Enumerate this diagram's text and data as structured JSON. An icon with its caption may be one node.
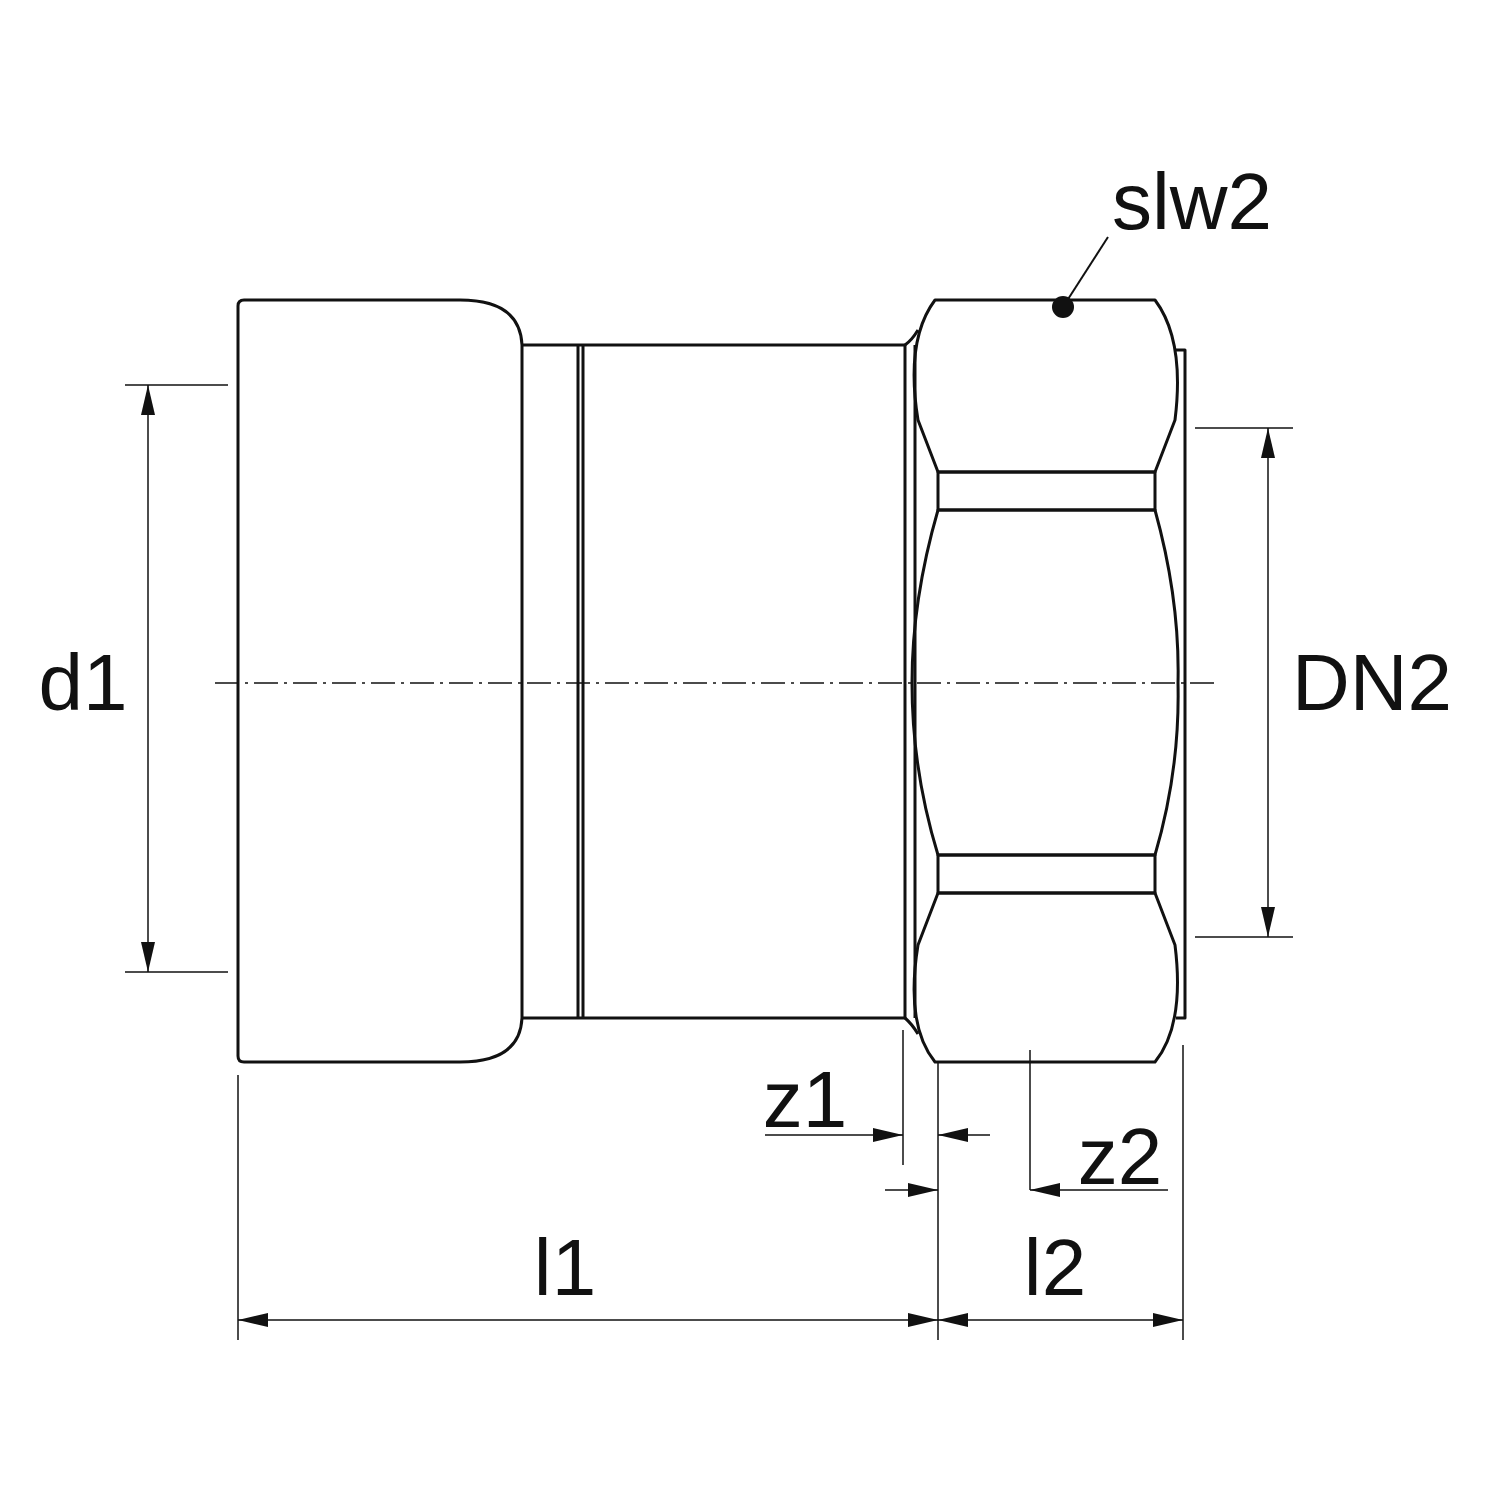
{
  "diagram": {
    "nodes": [
      {
        "text": [
          "slw2"
        ]
      },
      {
        "text": [],
        "shape": "picture"
      }
    ],
    "edges": [
      {
        "from": 0,
        "to": 1,
        "arrow": "other"
      }
    ],
    "labels": [
      "d1",
      "DN2",
      "z1",
      "z2",
      "l1",
      "l2"
    ]
  }
}
